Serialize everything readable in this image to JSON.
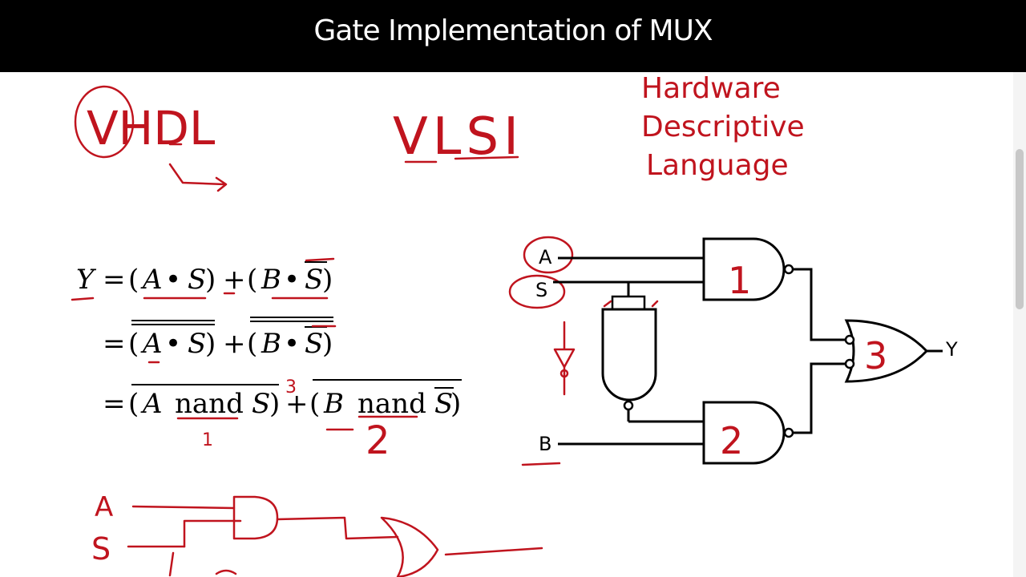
{
  "title": "Gate Implementation of MUX",
  "handwriting": {
    "vhdl": "VHDL",
    "vlsi": "VLSI",
    "hardware": "Hardware",
    "descriptive": "Descriptive",
    "language": "Language",
    "num_1": "1",
    "num_2": "2",
    "num_3": "3",
    "plus_3": "3",
    "under_1": "1",
    "under_2": "2",
    "small_a": "A",
    "small_s": "S"
  },
  "equation": {
    "line1": {
      "y": "Y",
      "eq": "=",
      "lp": "(",
      "a": "A",
      "dot1": "•",
      "s": "S",
      "rp": ")",
      "plus": "+",
      "lp2": "(",
      "b": "B",
      "dot2": "•",
      "sbar": "S",
      "rp2": ")"
    },
    "line2": {
      "eq": "=",
      "lp": "(",
      "a": "A",
      "dot1": "•",
      "s": "S",
      "rp": ")",
      "plus": "+",
      "lp2": "(",
      "b": "B",
      "dot2": "•",
      "sbar": "S",
      "rp2": ")"
    },
    "line3": {
      "eq": "=",
      "lp": "(",
      "a": "A",
      "nand1": "nand",
      "s": "S",
      "rp": ")",
      "plus": "+",
      "lp2": "(",
      "b": "B",
      "nand2": "nand",
      "sbar": "S",
      "rp2": ")"
    }
  },
  "circuit": {
    "input_a": "A",
    "input_s": "S",
    "input_b": "B",
    "output_y": "Y"
  },
  "colors": {
    "title_bg": "#000000",
    "title_text": "#ffffff",
    "ink": "#c0141e"
  }
}
